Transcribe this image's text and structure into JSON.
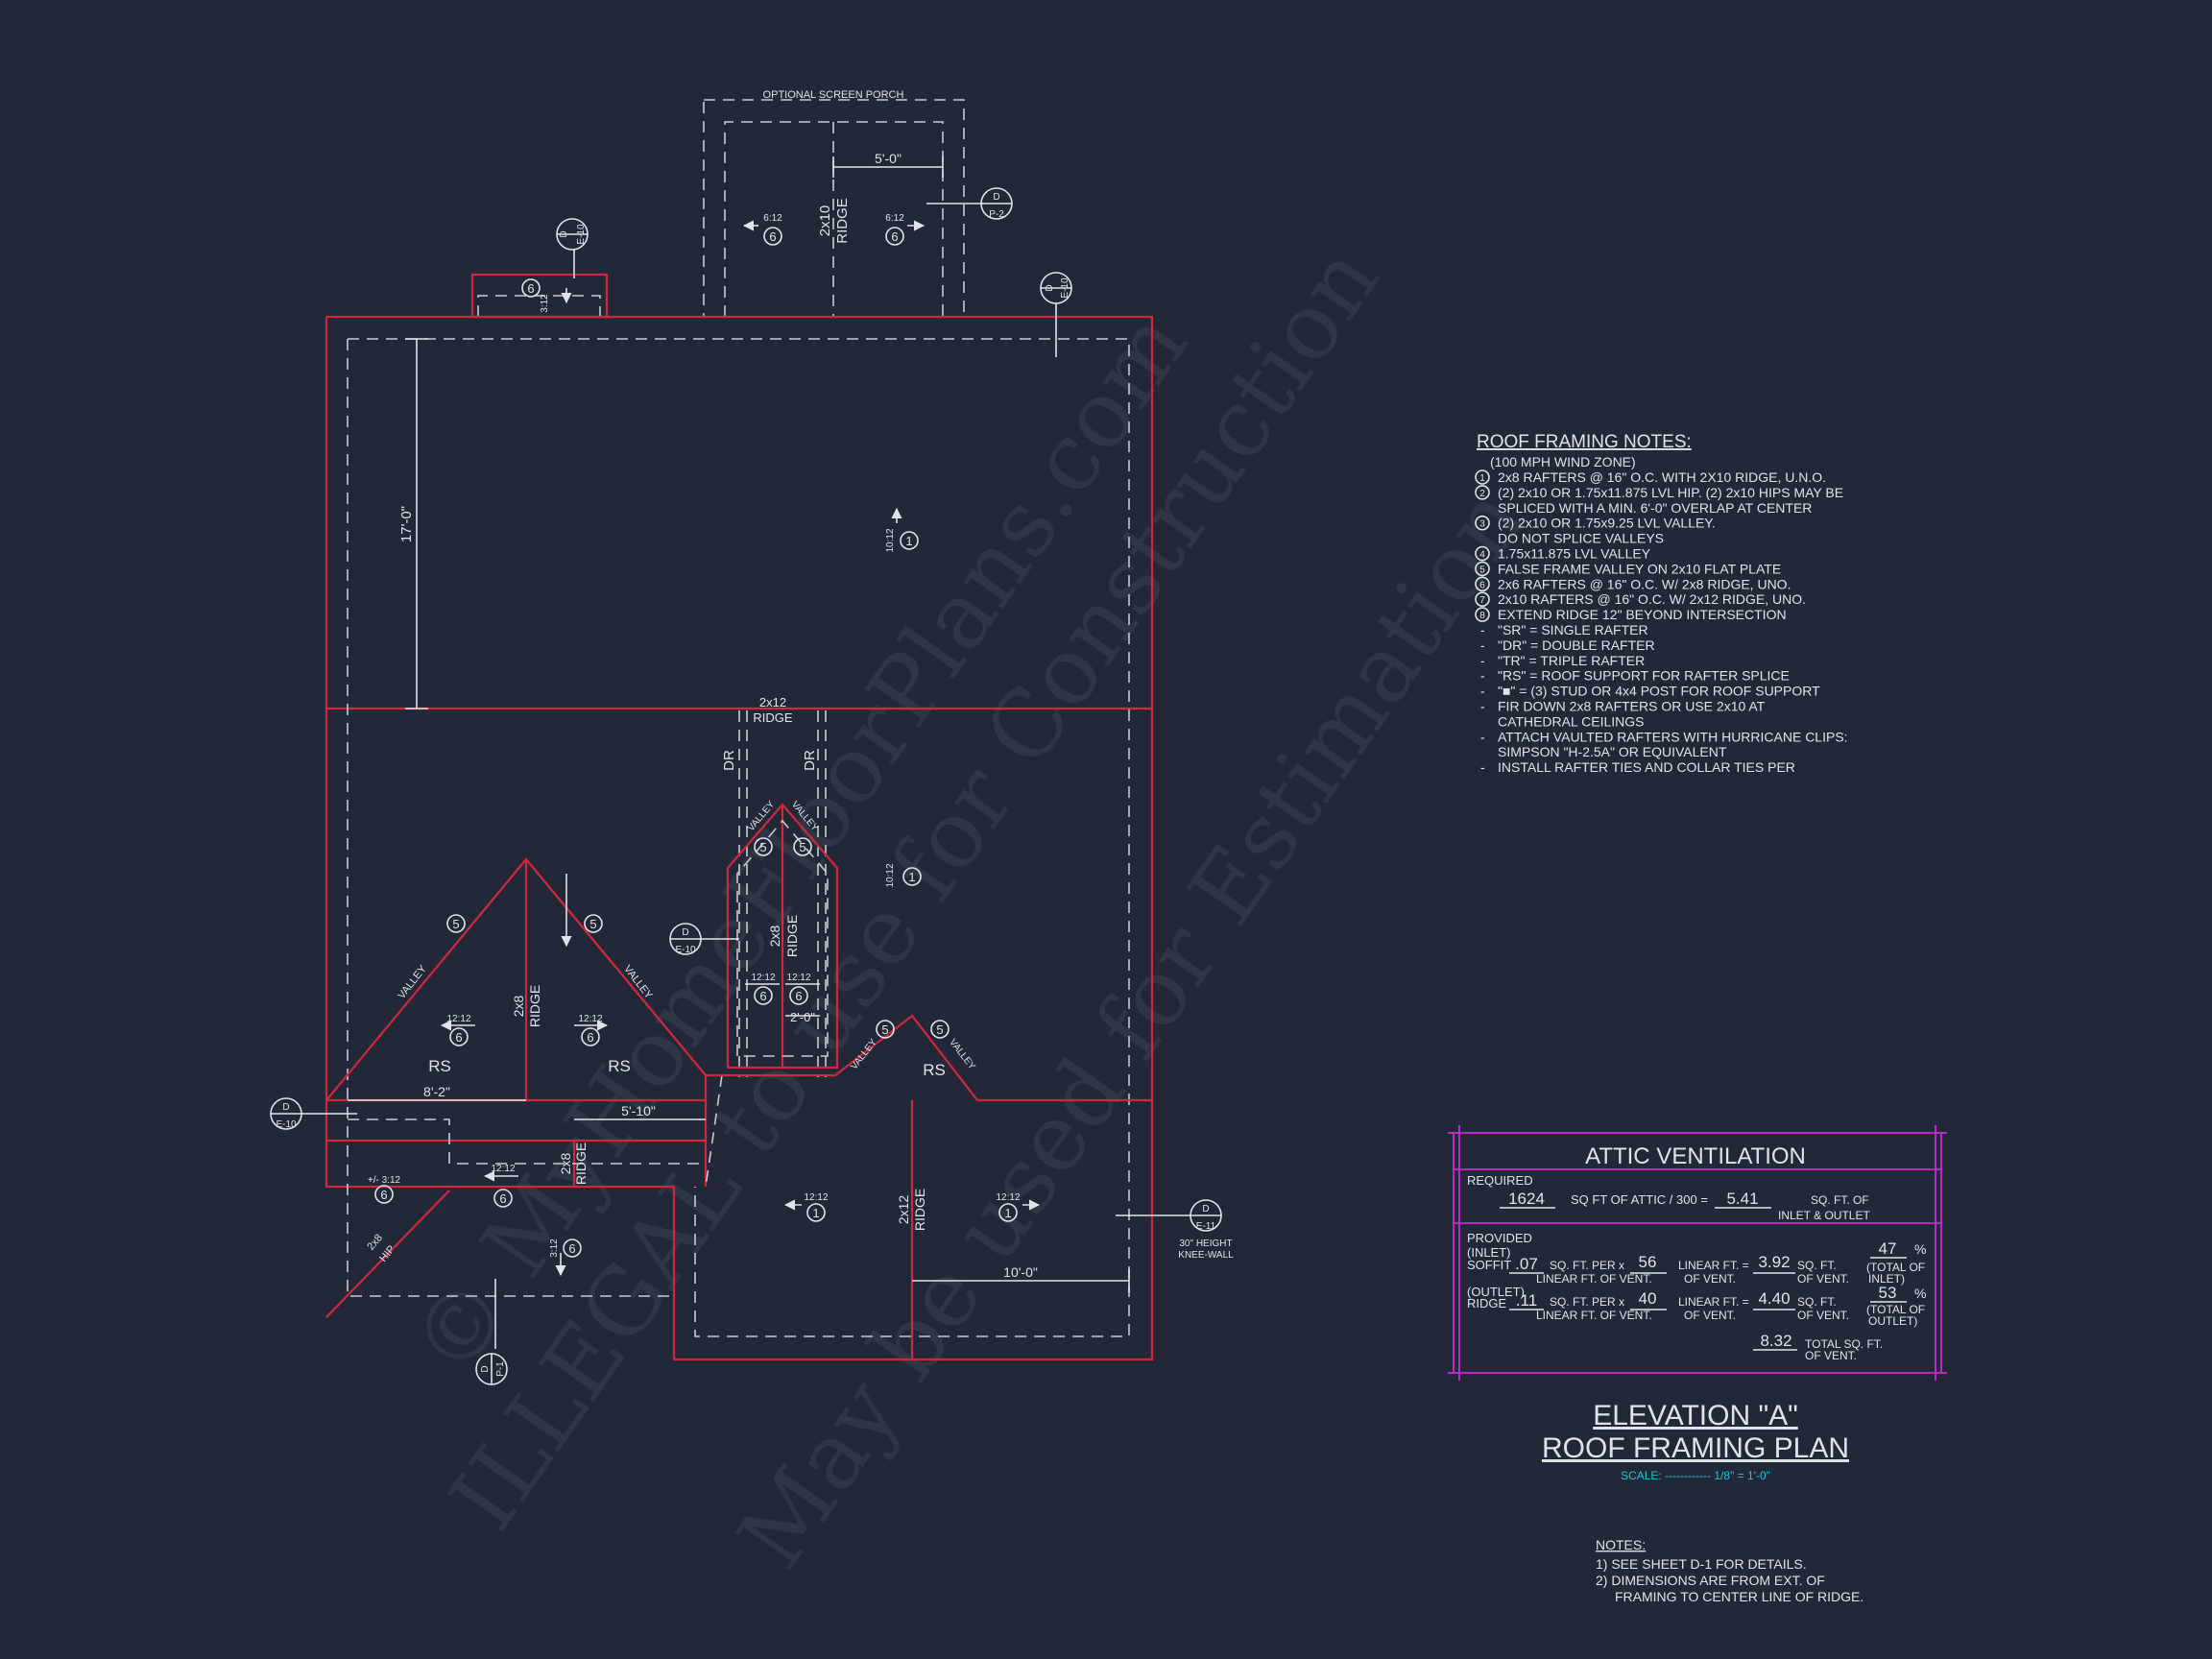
{
  "plan": {
    "optional_screen_porch": "OPTIONAL SCREEN PORCH",
    "dims": {
      "porch_width": "5'-0\"",
      "depth_17": "17'-0\"",
      "dim_8_2": "8'-2\"",
      "dim_5_10": "5'-10\"",
      "dim_2_0": "2'-0\"",
      "dim_10_0": "10'-0\""
    },
    "ridge_2x12": "2x12",
    "ridge_2x10": "2x10",
    "ridge_2x8": "2x8",
    "ridge_word": "RIDGE",
    "dr": "DR",
    "valley": "VALLEY",
    "rs": "RS",
    "hip_2x8": "2x8",
    "hip_word": "HIP",
    "pitch_6_12": "6:12",
    "pitch_12_12": "12:12",
    "pitch_10_12": "10:12",
    "pitch_3_12": "3:12",
    "pitch_pm_3_12": "+/- 3:12",
    "tag_1": "1",
    "tag_5": "5",
    "tag_6": "6",
    "detail_d": "D",
    "detail_e10": "E-10",
    "detail_e11": "E-11",
    "detail_p2": "P-2",
    "detail_p1": "P-1",
    "knee_wall_1": "30\" HEIGHT",
    "knee_wall_2": "KNEE-WALL"
  },
  "notes_box": {
    "title": "ROOF FRAMING NOTES:",
    "wind": "(100 MPH WIND ZONE)",
    "lines": [
      {
        "mark": "1",
        "text": "2x8 RAFTERS @ 16\" O.C. WITH 2X10 RIDGE, U.N.O."
      },
      {
        "mark": "2",
        "text": "(2) 2x10 OR 1.75x11.875 LVL HIP. (2) 2x10 HIPS MAY BE"
      },
      {
        "mark": "",
        "text": "SPLICED WITH A MIN. 6'-0\" OVERLAP AT CENTER"
      },
      {
        "mark": "3",
        "text": "(2) 2x10 OR 1.75x9.25 LVL VALLEY."
      },
      {
        "mark": "",
        "text": "DO NOT SPLICE VALLEYS"
      },
      {
        "mark": "4",
        "text": "1.75x11.875 LVL VALLEY"
      },
      {
        "mark": "5",
        "text": "FALSE FRAME VALLEY ON 2x10 FLAT PLATE"
      },
      {
        "mark": "6",
        "text": "2x6 RAFTERS @ 16\" O.C. W/ 2x8 RIDGE, UNO."
      },
      {
        "mark": "7",
        "text": "2x10 RAFTERS @ 16\" O.C. W/ 2x12 RIDGE, UNO."
      },
      {
        "mark": "8",
        "text": "EXTEND RIDGE 12\" BEYOND INTERSECTION"
      },
      {
        "mark": "-",
        "text": "\"SR\" = SINGLE RAFTER"
      },
      {
        "mark": "-",
        "text": "\"DR\" = DOUBLE RAFTER"
      },
      {
        "mark": "-",
        "text": "\"TR\" = TRIPLE RAFTER"
      },
      {
        "mark": "-",
        "text": "\"RS\" = ROOF SUPPORT FOR RAFTER SPLICE"
      },
      {
        "mark": "-",
        "text": "\"■\" = (3) STUD OR 4x4 POST FOR ROOF SUPPORT"
      },
      {
        "mark": "-",
        "text": "FIR DOWN 2x8 RAFTERS OR USE 2x10 AT"
      },
      {
        "mark": "",
        "text": "CATHEDRAL CEILINGS"
      },
      {
        "mark": "-",
        "text": "ATTACH VAULTED RAFTERS WITH HURRICANE CLIPS:"
      },
      {
        "mark": "",
        "text": "SIMPSON \"H-2.5A\" OR EQUIVALENT"
      },
      {
        "mark": "-",
        "text": "INSTALL RAFTER TIES AND COLLAR TIES PER"
      }
    ]
  },
  "attic": {
    "title": "ATTIC VENTILATION",
    "required": "REQUIRED",
    "req_sqft": "1624",
    "req_text": "SQ FT OF ATTIC / 300 =",
    "req_result": "5.41",
    "req_unit1": "SQ. FT. OF",
    "req_unit2": "INLET & OUTLET",
    "provided": "PROVIDED",
    "inlet": "(INLET)",
    "soffit": "SOFFIT",
    "soffit_val": ".07",
    "sqft_per": "SQ. FT. PER x",
    "soffit_lin": "56",
    "linear_ft": "LINEAR FT. =",
    "soffit_area": "3.92",
    "sq_ft": "SQ. FT.",
    "soffit_pct": "47",
    "pct": "%",
    "lin_vent": "LINEAR FT. OF VENT.",
    "of_vent": "OF VENT.",
    "of_vent2": "OF VENT.",
    "total_of": "(TOTAL OF",
    "inlet_close": "INLET)",
    "outlet": "(OUTLET)",
    "ridge": "RIDGE",
    "ridge_val": ".11",
    "ridge_lin": "40",
    "ridge_area": "4.40",
    "ridge_pct": "53",
    "outlet_close": "OUTLET)",
    "total_val": "8.32",
    "total_sqft": "TOTAL SQ. FT.",
    "total_vent": "OF VENT."
  },
  "title_block": {
    "line1": "ELEVATION \"A\"",
    "line2": "ROOF FRAMING PLAN",
    "scale": "SCALE: ------------ 1/8\" = 1'-0\""
  },
  "notes": {
    "title": "NOTES:",
    "n1": "1)  SEE SHEET D-1 FOR DETAILS.",
    "n2": "2)  DIMENSIONS ARE FROM EXT. OF",
    "n3": "FRAMING TO CENTER LINE OF RIDGE."
  },
  "watermark": {
    "line1": "© MyHomeFloorPlans.com",
    "line2": "ILLEGAL to use for Construction",
    "line3": "May be used for Estimation"
  },
  "colors": {
    "background": "#232838",
    "roof_line": "#d0283a",
    "table_border": "#b52bc4",
    "scale_text": "#19c3d6"
  }
}
